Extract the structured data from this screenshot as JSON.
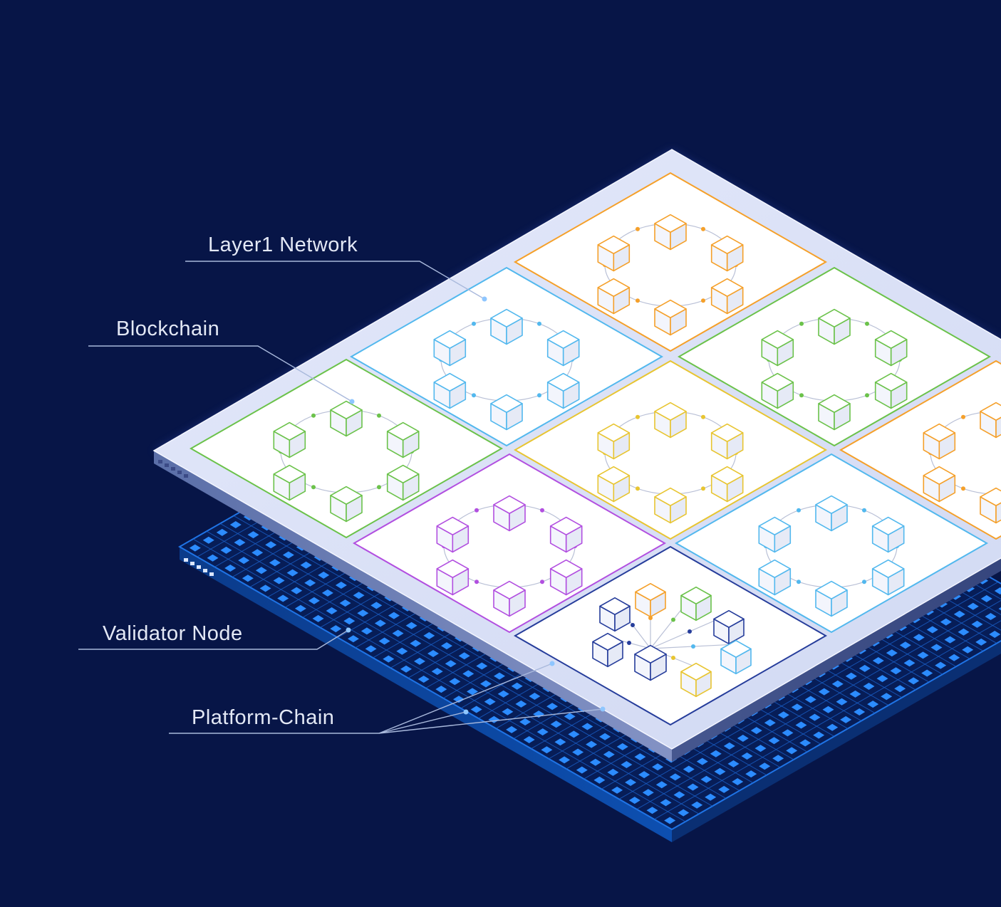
{
  "labels": {
    "layer1": "Layer1 Network",
    "blockchain": "Blockchain",
    "validator": "Validator Node",
    "platform": "Platform-Chain"
  },
  "colors": {
    "background": "#071547",
    "orange": "#f5a02a",
    "green": "#6bc24a",
    "blue": "#52b8ee",
    "yellow": "#e8c531",
    "purple": "#b24fe0",
    "navy": "#263d9b",
    "grid_node": "#2c8cff"
  },
  "tiles": [
    {
      "color": "orange"
    },
    {
      "color": "blue"
    },
    {
      "color": "green"
    },
    {
      "color": "green"
    },
    {
      "color": "yellow"
    },
    {
      "color": "orange"
    },
    {
      "color": "purple"
    },
    {
      "color": "blue"
    },
    {
      "color": "platform"
    }
  ]
}
